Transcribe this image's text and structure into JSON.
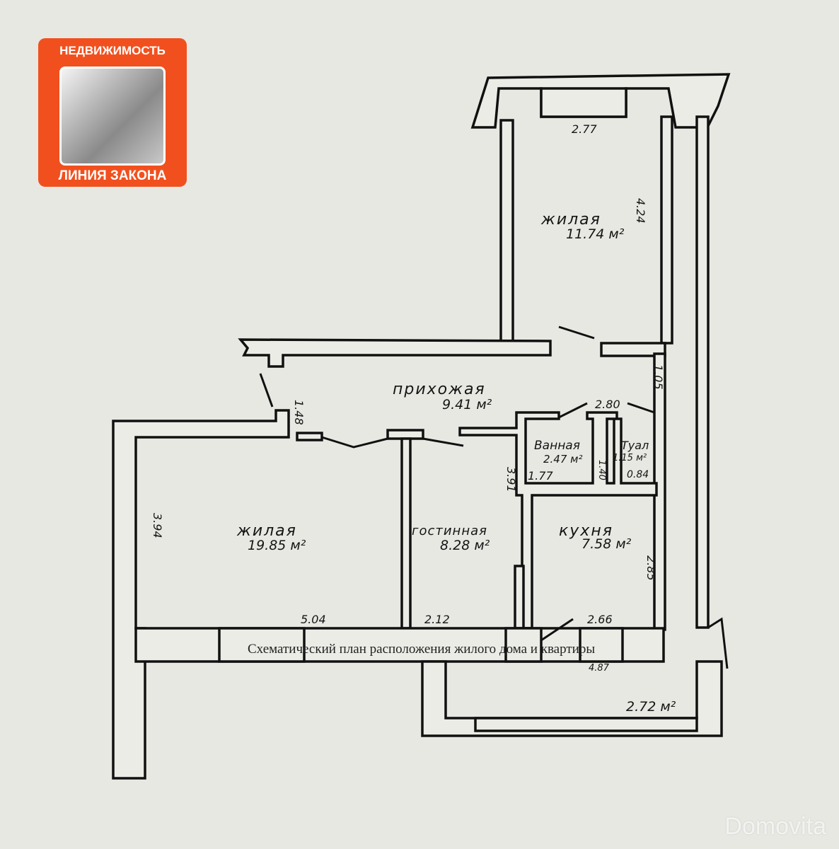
{
  "logo": {
    "top_text": "НЕДВИЖИМОСТЬ",
    "bottom_text": "ЛИНИЯ ЗАКОНА",
    "brand_color": "#f1501e"
  },
  "rooms": {
    "bedroom_small": {
      "name": "жилая",
      "area": "11.74 м²"
    },
    "hallway": {
      "name": "прихожая",
      "area": "9.41 м²"
    },
    "bathroom": {
      "name": "Ванная",
      "area": "2.47 м²"
    },
    "toilet": {
      "name": "Туал",
      "area": "1.15 м²"
    },
    "bedroom_large": {
      "name": "жилая",
      "area": "19.85 м²"
    },
    "living_room": {
      "name": "гостинная",
      "area": "8.28 м²"
    },
    "kitchen": {
      "name": "кухня",
      "area": "7.58 м²"
    },
    "balcony": {
      "area": "2.72 м²"
    }
  },
  "dimensions": {
    "top_width": "2.77",
    "top_height": "4.24",
    "hall_right": "1.05",
    "hall_left": "1.48",
    "bath_top": "2.80",
    "bath_width": "1.77",
    "bath_height": "1.40",
    "toilet_width": "0.84",
    "living_height": "3.91",
    "left_height": "3.94",
    "left_width": "5.04",
    "living_width": "2.12",
    "kitchen_width": "2.66",
    "kitchen_height": "2.85",
    "balcony_width": "4.87"
  },
  "caption": "Схематический план расположения жилого дома и квартиры",
  "watermark": "Domovita"
}
